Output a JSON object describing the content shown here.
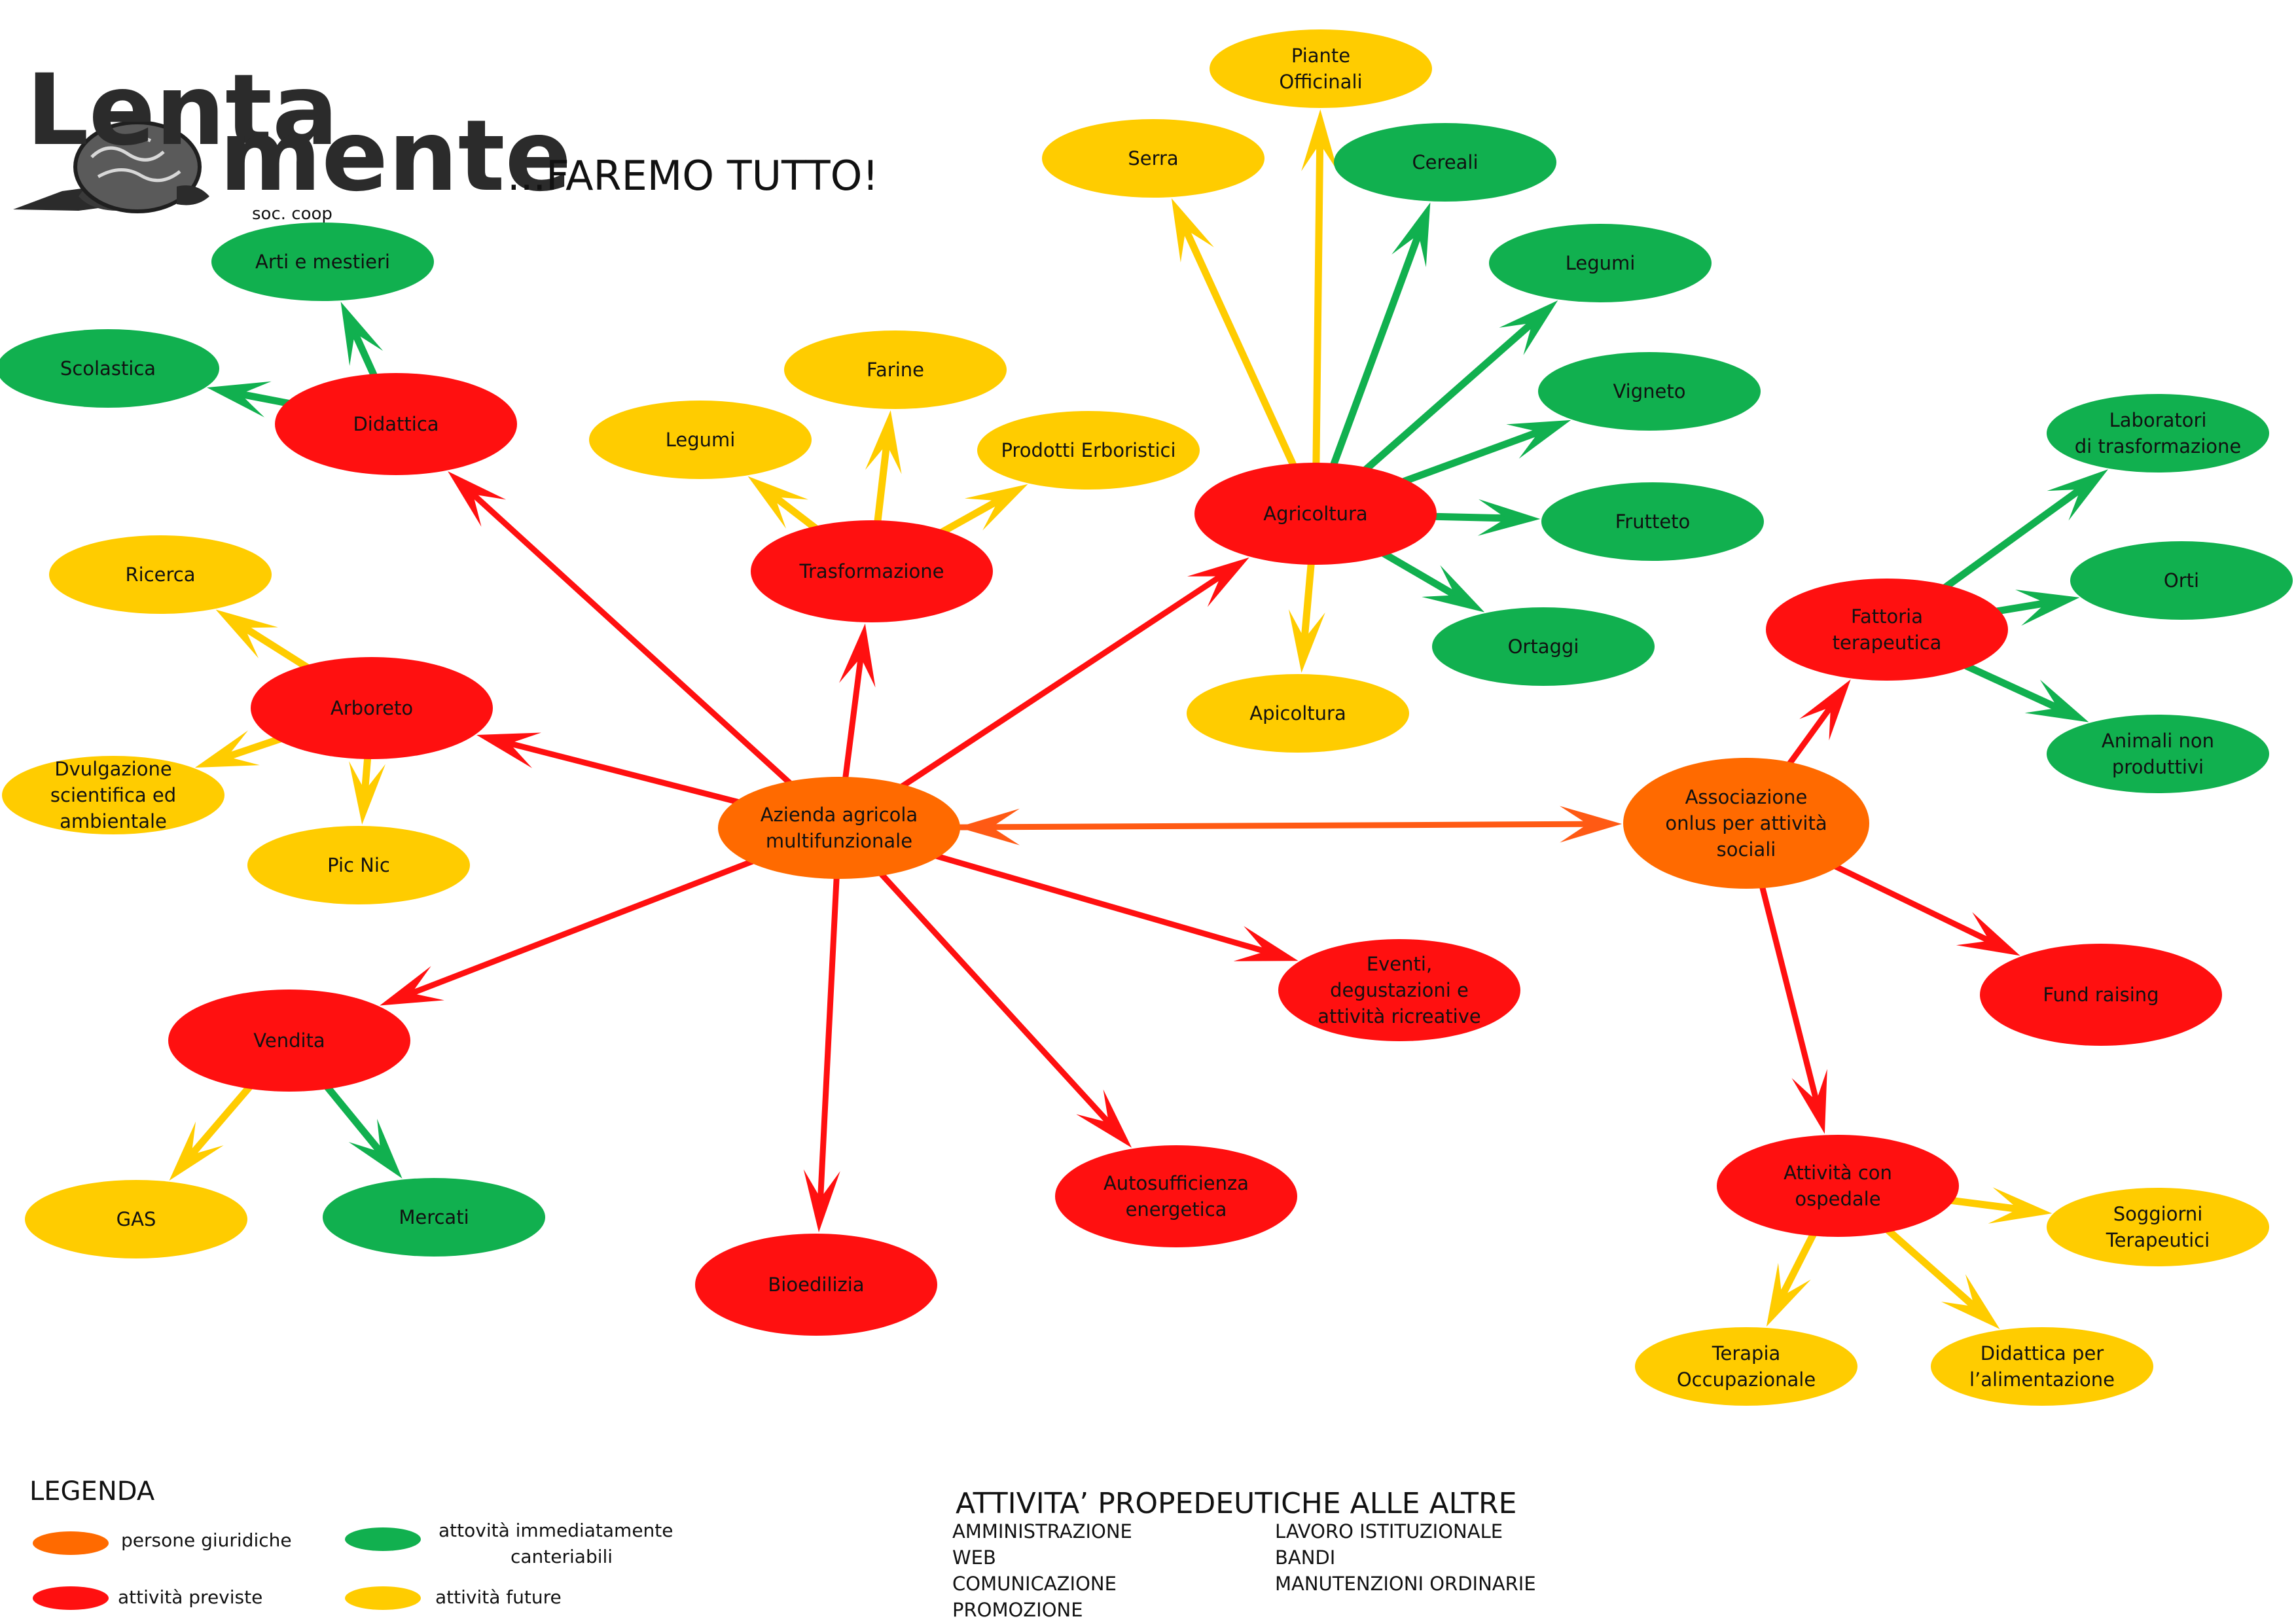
{
  "logo": {
    "line1": "Lenta",
    "line2": "mente",
    "sub": "soc. coop"
  },
  "slogan": "...FAREMO TUTTO!",
  "colors": {
    "orange": "#ff6a00",
    "red": "#ff1010",
    "green": "#11b04f",
    "yellow": "#ffcc00",
    "arrow_orange": "#ff5a14"
  },
  "nodes": [
    {
      "id": "azienda",
      "cat": "orange",
      "lines": [
        "Azienda agricola",
        "multifunzionale"
      ]
    },
    {
      "id": "associazione",
      "cat": "orange",
      "lines": [
        "Associazione",
        "onlus per attività",
        "sociali"
      ]
    },
    {
      "id": "didattica",
      "cat": "red",
      "lines": [
        "Didattica"
      ]
    },
    {
      "id": "trasformazione",
      "cat": "red",
      "lines": [
        "Trasformazione"
      ]
    },
    {
      "id": "agricoltura",
      "cat": "red",
      "lines": [
        "Agricoltura"
      ]
    },
    {
      "id": "arboreto",
      "cat": "red",
      "lines": [
        "Arboreto"
      ]
    },
    {
      "id": "vendita",
      "cat": "red",
      "lines": [
        "Vendita"
      ]
    },
    {
      "id": "bioedilizia",
      "cat": "red",
      "lines": [
        "Bioedilizia"
      ]
    },
    {
      "id": "autosufficienza",
      "cat": "red",
      "lines": [
        "Autosufficienza",
        "energetica"
      ]
    },
    {
      "id": "eventi",
      "cat": "red",
      "lines": [
        "Eventi,",
        "degustazioni e",
        "attività ricreative"
      ]
    },
    {
      "id": "fattoria",
      "cat": "red",
      "lines": [
        "Fattoria",
        "terapeutica"
      ]
    },
    {
      "id": "fund",
      "cat": "red",
      "lines": [
        "Fund raising"
      ]
    },
    {
      "id": "ospedale",
      "cat": "red",
      "lines": [
        "Attività con",
        "ospedale"
      ]
    },
    {
      "id": "arti",
      "cat": "green",
      "lines": [
        "Arti e mestieri"
      ]
    },
    {
      "id": "scolastica",
      "cat": "green",
      "lines": [
        "Scolastica"
      ]
    },
    {
      "id": "cereali",
      "cat": "green",
      "lines": [
        "Cereali"
      ]
    },
    {
      "id": "legumi_g",
      "cat": "green",
      "lines": [
        "Legumi"
      ]
    },
    {
      "id": "vigneto",
      "cat": "green",
      "lines": [
        "Vigneto"
      ]
    },
    {
      "id": "frutteto",
      "cat": "green",
      "lines": [
        "Frutteto"
      ]
    },
    {
      "id": "ortaggi",
      "cat": "green",
      "lines": [
        "Ortaggi"
      ]
    },
    {
      "id": "mercati",
      "cat": "green",
      "lines": [
        "Mercati"
      ]
    },
    {
      "id": "laboratori",
      "cat": "green",
      "lines": [
        "Laboratori",
        "di trasformazione"
      ]
    },
    {
      "id": "orti",
      "cat": "green",
      "lines": [
        "Orti"
      ]
    },
    {
      "id": "animali",
      "cat": "green",
      "lines": [
        "Animali non",
        "produttivi"
      ]
    },
    {
      "id": "piante",
      "cat": "yellow",
      "lines": [
        "Piante",
        "Officinali"
      ]
    },
    {
      "id": "serra",
      "cat": "yellow",
      "lines": [
        "Serra"
      ]
    },
    {
      "id": "farine",
      "cat": "yellow",
      "lines": [
        "Farine"
      ]
    },
    {
      "id": "legumi_y",
      "cat": "yellow",
      "lines": [
        "Legumi"
      ]
    },
    {
      "id": "erboristici",
      "cat": "yellow",
      "lines": [
        "Prodotti Erboristici"
      ]
    },
    {
      "id": "ricerca",
      "cat": "yellow",
      "lines": [
        "Ricerca"
      ]
    },
    {
      "id": "divulgazione",
      "cat": "yellow",
      "lines": [
        "Dvulgazione",
        "scientifica ed",
        "ambientale"
      ]
    },
    {
      "id": "picnic",
      "cat": "yellow",
      "lines": [
        "Pic Nic"
      ]
    },
    {
      "id": "apicoltura",
      "cat": "yellow",
      "lines": [
        "Apicoltura"
      ]
    },
    {
      "id": "gas",
      "cat": "yellow",
      "lines": [
        "GAS"
      ]
    },
    {
      "id": "soggiorni",
      "cat": "yellow",
      "lines": [
        "Soggiorni",
        "Terapeutici"
      ]
    },
    {
      "id": "terapia",
      "cat": "yellow",
      "lines": [
        "Terapia",
        "Occupazionale"
      ]
    },
    {
      "id": "didattica_alim",
      "cat": "yellow",
      "lines": [
        "Didattica per",
        "l’alimentazione"
      ]
    }
  ],
  "edges": [
    {
      "from": "azienda",
      "to": "didattica",
      "cat": "red"
    },
    {
      "from": "azienda",
      "to": "trasformazione",
      "cat": "red"
    },
    {
      "from": "azienda",
      "to": "agricoltura",
      "cat": "red"
    },
    {
      "from": "azienda",
      "to": "arboreto",
      "cat": "red"
    },
    {
      "from": "azienda",
      "to": "vendita",
      "cat": "red"
    },
    {
      "from": "azienda",
      "to": "bioedilizia",
      "cat": "red"
    },
    {
      "from": "azienda",
      "to": "autosufficienza",
      "cat": "red"
    },
    {
      "from": "azienda",
      "to": "eventi",
      "cat": "red"
    },
    {
      "from": "azienda",
      "to": "associazione",
      "cat": "orange",
      "both": true
    },
    {
      "from": "associazione",
      "to": "fattoria",
      "cat": "red"
    },
    {
      "from": "associazione",
      "to": "fund",
      "cat": "red"
    },
    {
      "from": "associazione",
      "to": "ospedale",
      "cat": "red"
    },
    {
      "from": "didattica",
      "to": "arti",
      "cat": "green"
    },
    {
      "from": "didattica",
      "to": "scolastica",
      "cat": "green"
    },
    {
      "from": "trasformazione",
      "to": "farine",
      "cat": "yellow"
    },
    {
      "from": "trasformazione",
      "to": "legumi_y",
      "cat": "yellow"
    },
    {
      "from": "trasformazione",
      "to": "erboristici",
      "cat": "yellow"
    },
    {
      "from": "agricoltura",
      "to": "piante",
      "cat": "yellow"
    },
    {
      "from": "agricoltura",
      "to": "serra",
      "cat": "yellow"
    },
    {
      "from": "agricoltura",
      "to": "cereali",
      "cat": "green"
    },
    {
      "from": "agricoltura",
      "to": "legumi_g",
      "cat": "green"
    },
    {
      "from": "agricoltura",
      "to": "vigneto",
      "cat": "green"
    },
    {
      "from": "agricoltura",
      "to": "frutteto",
      "cat": "green"
    },
    {
      "from": "agricoltura",
      "to": "ortaggi",
      "cat": "green"
    },
    {
      "from": "agricoltura",
      "to": "apicoltura",
      "cat": "yellow"
    },
    {
      "from": "arboreto",
      "to": "ricerca",
      "cat": "yellow"
    },
    {
      "from": "arboreto",
      "to": "divulgazione",
      "cat": "yellow"
    },
    {
      "from": "arboreto",
      "to": "picnic",
      "cat": "yellow"
    },
    {
      "from": "vendita",
      "to": "gas",
      "cat": "yellow"
    },
    {
      "from": "vendita",
      "to": "mercati",
      "cat": "green"
    },
    {
      "from": "fattoria",
      "to": "laboratori",
      "cat": "green"
    },
    {
      "from": "fattoria",
      "to": "orti",
      "cat": "green"
    },
    {
      "from": "fattoria",
      "to": "animali",
      "cat": "green"
    },
    {
      "from": "ospedale",
      "to": "soggiorni",
      "cat": "yellow"
    },
    {
      "from": "ospedale",
      "to": "terapia",
      "cat": "yellow"
    },
    {
      "from": "ospedale",
      "to": "didattica_alim",
      "cat": "yellow"
    }
  ],
  "legend": {
    "title": "LEGENDA",
    "items": [
      {
        "cat": "orange",
        "label": [
          "persone giuridiche"
        ]
      },
      {
        "cat": "green",
        "label": [
          "attovità immediatamente",
          "canteriabili"
        ]
      },
      {
        "cat": "red",
        "label": [
          "attività previste"
        ]
      },
      {
        "cat": "yellow",
        "label": [
          "attività future"
        ]
      }
    ]
  },
  "propedeutiche": {
    "title": "ATTIVITA’ PROPEDEUTICHE ALLE ALTRE",
    "col1": [
      "AMMINISTRAZIONE",
      "WEB",
      "COMUNICAZIONE",
      "PROMOZIONE"
    ],
    "col2": [
      "LAVORO ISTITUZIONALE",
      "BANDI",
      "MANUTENZIONI ORDINARIE"
    ]
  }
}
